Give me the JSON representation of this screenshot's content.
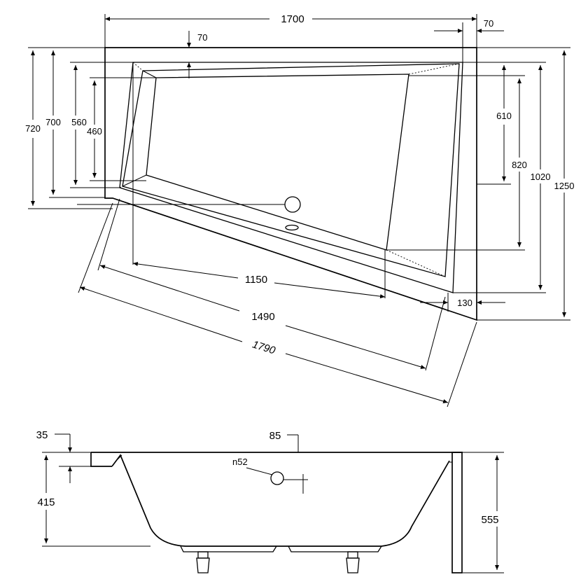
{
  "top_view": {
    "dims": {
      "overall_length": "1700",
      "right_rim_width": "70",
      "top_rim_width": "70",
      "height_720": "720",
      "height_700": "700",
      "height_560": "560",
      "height_460": "460",
      "right_610": "610",
      "right_820": "820",
      "right_1020": "1020",
      "right_1250": "1250",
      "bottom_rim_130": "130",
      "diag_1150": "1150",
      "diag_1490": "1490",
      "diag_1790": "1790"
    }
  },
  "side_view": {
    "dims": {
      "rim_35": "35",
      "rim_85": "85",
      "overflow_n52": "n52",
      "depth_415": "415",
      "height_555": "555"
    }
  }
}
